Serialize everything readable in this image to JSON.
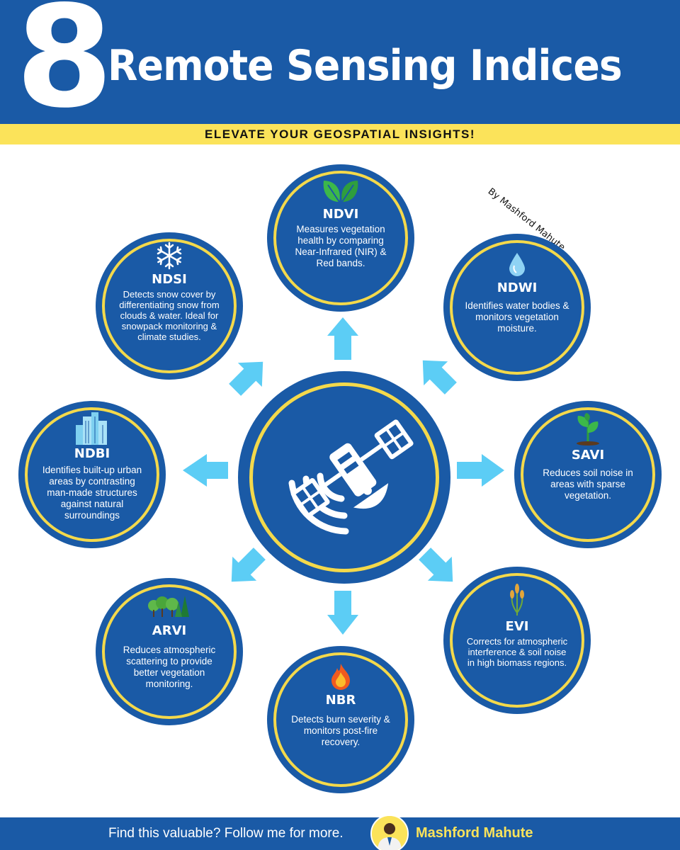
{
  "header": {
    "number": "8",
    "title": "Remote Sensing Indices",
    "tagline": "ELEVATE YOUR GEOSPATIAL INSIGHTS!"
  },
  "author_note": "By Mashford Mahute",
  "center": {
    "icon": "satellite-icon"
  },
  "indices": [
    {
      "id": "ndvi",
      "name": "NDVI",
      "icon": "leaves-icon",
      "description": "Measures vegetation health by comparing Near-Infrared (NIR) & Red bands."
    },
    {
      "id": "ndwi",
      "name": "NDWI",
      "icon": "water-drop-icon",
      "description": "Identifies water bodies & monitors vegetation moisture."
    },
    {
      "id": "savi",
      "name": "SAVI",
      "icon": "sprout-icon",
      "description": "Reduces soil noise in areas with sparse vegetation."
    },
    {
      "id": "evi",
      "name": "EVI",
      "icon": "wheat-icon",
      "description": "Corrects for atmospheric interference & soil noise in high biomass regions."
    },
    {
      "id": "nbr",
      "name": "NBR",
      "icon": "fire-icon",
      "description": "Detects burn severity & monitors post-fire recovery."
    },
    {
      "id": "arvi",
      "name": "ARVI",
      "icon": "forest-icon",
      "description": "Reduces atmospheric scattering to provide better vegetation monitoring."
    },
    {
      "id": "ndbi",
      "name": "NDBI",
      "icon": "buildings-icon",
      "description": "Identifies built-up urban areas by contrasting man-made structures against natural surroundings"
    },
    {
      "id": "ndsi",
      "name": "NDSI",
      "icon": "snowflake-icon",
      "description": "Detects snow cover by differentiating snow from clouds & water. Ideal for snowpack monitoring & climate studies."
    }
  ],
  "footer": {
    "cta": "Find this valuable? Follow me for more.",
    "name": "Mashford Mahute"
  },
  "colors": {
    "primary_blue": "#1a5aa6",
    "accent_yellow": "#fbe35a",
    "ring_yellow": "#f4d94b",
    "arrow_blue": "#5ccdf5"
  }
}
